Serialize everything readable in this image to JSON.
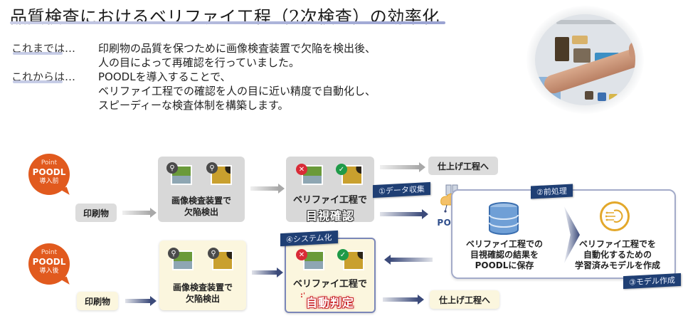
{
  "header": {
    "title": "品質検査におけるベリファイ工程（2次検査）の効率化"
  },
  "intro": {
    "before_label": "これまでは…",
    "before_lines": [
      "印刷物の品質を保つために画像検査装置で欠陥を検出後、",
      "人の目によって再確認を行っていました。"
    ],
    "after_label": "これからは…",
    "after_lines": [
      "POODLを導入することで、",
      "ベリファイ工程での確認を人の目に近い精度で自動化し、",
      "スピーディーな検査体制を構築します。"
    ]
  },
  "photo": {
    "alt": "print-inspection-photo"
  },
  "before": {
    "badge": {
      "line1": "Point",
      "line2": "POODL",
      "line3": "導入前"
    },
    "input_label": "印刷物",
    "inspection": {
      "line1": "画像検査装置で",
      "line2": "欠陥検出"
    },
    "verify": {
      "line1": "ベリファイ工程で",
      "emphasis": "目視確認"
    },
    "output_label": "仕上げ工程へ"
  },
  "after": {
    "badge": {
      "line1": "Point",
      "line2": "POODL",
      "line3": "導入後"
    },
    "input_label": "印刷物",
    "inspection": {
      "line1": "画像検査装置で",
      "line2": "欠陥検出"
    },
    "verify": {
      "line1": "ベリファイ工程で",
      "emphasis": "自動判定"
    },
    "output_label": "仕上げ工程へ"
  },
  "poodl": {
    "logo_text": "POODL",
    "store": {
      "line1": "ベリファイ工程での",
      "line2": "目視確認の結果を",
      "line3": "POODLに保存"
    },
    "model": {
      "line1": "ベリファイ工程でを",
      "line2": "自動化するための",
      "line3": "学習済みモデルを作成"
    }
  },
  "steps": {
    "step1": "①データ収集",
    "step2": "②前処理",
    "step3": "③モデル作成",
    "step4": "④システム化"
  },
  "colors": {
    "orange": "#e15a1e",
    "navy": "#1f3f74",
    "cream": "#fbf6de",
    "gray_box": "#d8d8d8",
    "red": "#d92b37",
    "green": "#1f9a48",
    "gold": "#e3a82b"
  }
}
